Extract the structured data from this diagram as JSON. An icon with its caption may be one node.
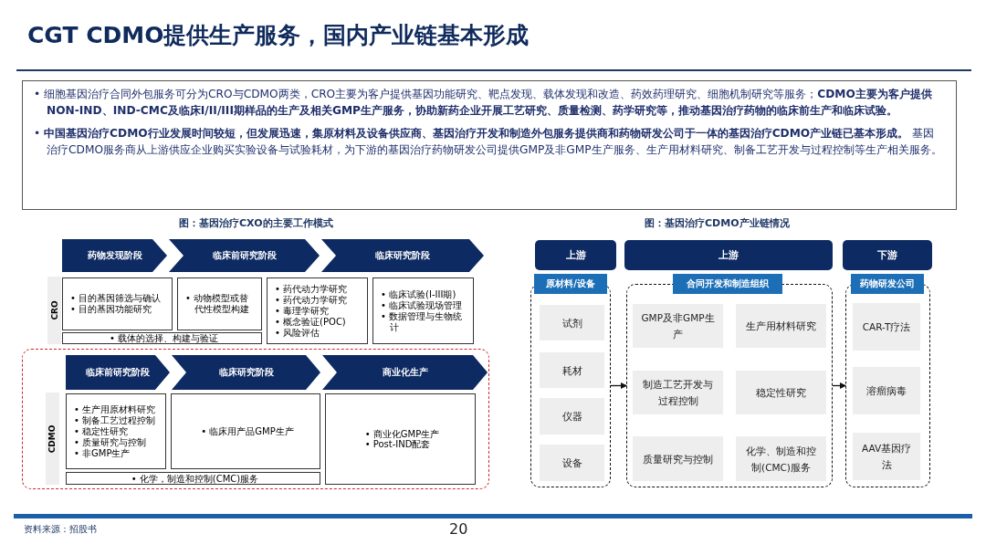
{
  "diagram": {
    "title": "CGT CDMO提供生产服务，国内产业链基本形成",
    "nodes": [
      {
        "text": [
          "• 细胞基因治疗合同外包服务可分为CRO与CDMO两类，CRO主要为客户提供基因功能研究、靶点发现、载体发现和改造、药效药理研究、细胞机制研究等服务；**CDMO主要为客户提供NON-IND、IND-CMC及临床I/II/III期样品的生产及相关GMP生产服务，协助新药企业开展工艺研究、质量检测、药学研究等，推动基因治疗药物的临床前生产和临床试验。**",
          "• **中国基因治疗CDMO行业发展时间较短，但发展迅速，集原材料及设备供应商、基因治疗开发和制造外包服务提供商和药物研发公司于一体的基因治疗CDMO产业链已基本形成。** 基因治疗CDMO服务商从上游供应企业购买实验设备与试验耗材，为下游的基因治疗药物研发公司提供GMP及非GMP生产服务、生产用材料研究、制备工艺开发与过程控制等生产相关服务。"
        ]
      },
      {
        "text": [
          "药物发现阶段"
        ]
      },
      {
        "text": [
          "临床前研究阶段"
        ]
      },
      {
        "text": [
          "临床研究阶段"
        ]
      },
      {
        "text": [
          "CRO"
        ]
      },
      {
        "text": [
          "• 目的基因筛选与确认",
          "• 目的基因功能研究"
        ]
      },
      {
        "text": [
          "• 动物模型或替代性模型构建"
        ]
      },
      {
        "text": [
          "• 药代动力学研究",
          "• 药代动力学研究",
          "• 毒理学研究",
          "• 概念验证(POC)",
          "• 风险评估"
        ]
      },
      {
        "text": [
          "• 临床试验(I-III期)",
          "• 临床试验现场管理",
          "• 数据管理与生物统计"
        ]
      },
      {
        "text": [
          "• 载体的选择、构建与验证"
        ]
      },
      {
        "text": [],
        "shape": "box"
      },
      {
        "text": [
          "临床前研究阶段"
        ],
        "in": 10
      },
      {
        "text": [
          "临床研究阶段"
        ],
        "in": 10
      },
      {
        "text": [
          "商业化生产"
        ],
        "in": 10
      },
      {
        "text": [
          "CDMO"
        ],
        "in": 10
      },
      {
        "text": [
          "• 生产用原材料研究",
          "• 制备工艺过程控制",
          "• 稳定性研究",
          "• 质量研究与控制",
          "• 非GMP生产"
        ],
        "in": 10
      },
      {
        "text": [
          "• 临床用产品GMP生产"
        ],
        "in": 10
      },
      {
        "text": [
          "• 商业化GMP生产",
          "• Post-IND配套"
        ],
        "in": 10
      },
      {
        "text": [
          "• 化学，制造和控制(CMC)服务"
        ],
        "in": 10
      },
      {
        "text": [
          "上游"
        ]
      },
      {
        "text": [
          "上游"
        ]
      },
      {
        "text": [
          "下游"
        ]
      },
      {
        "text": [
          "原材料/设备"
        ]
      },
      {
        "text": [
          "试剂"
        ],
        "in": 22
      },
      {
        "text": [
          "耗材"
        ],
        "in": 22
      },
      {
        "text": [
          "仪器"
        ],
        "in": 22
      },
      {
        "text": [
          "设备"
        ],
        "in": 22
      },
      {
        "text": [
          "合同开发和制造组织"
        ]
      },
      {
        "text": [
          "GMP及非GMP生产"
        ],
        "in": 27
      },
      {
        "text": [
          "生产用材料研究"
        ],
        "in": 27
      },
      {
        "text": [
          "制造工艺开发与过程控制"
        ],
        "in": 27
      },
      {
        "text": [
          "稳定性研究"
        ],
        "in": 27
      },
      {
        "text": [
          "质量研究与控制"
        ],
        "in": 27
      },
      {
        "text": [
          "化学、制造和控制(CMC)服务"
        ],
        "in": 27
      },
      {
        "text": [
          "药物研发公司"
        ]
      },
      {
        "text": [
          "CAR-T疗法"
        ],
        "in": 34
      },
      {
        "text": [
          "溶瘤病毒"
        ],
        "in": 34
      },
      {
        "text": [
          "AAV基因疗法"
        ],
        "in": 34
      }
    ],
    "edges": [
      {
        "from": 22,
        "to": 27,
        "arrow": "to"
      },
      {
        "from": 27,
        "to": 34,
        "arrow": "to"
      }
    ],
    "labels": [
      "图：基因治疗CXO的主要工作模式",
      "图：基因治疗CDMO产业链情况",
      "资料来源：招股书",
      "20"
    ]
  }
}
